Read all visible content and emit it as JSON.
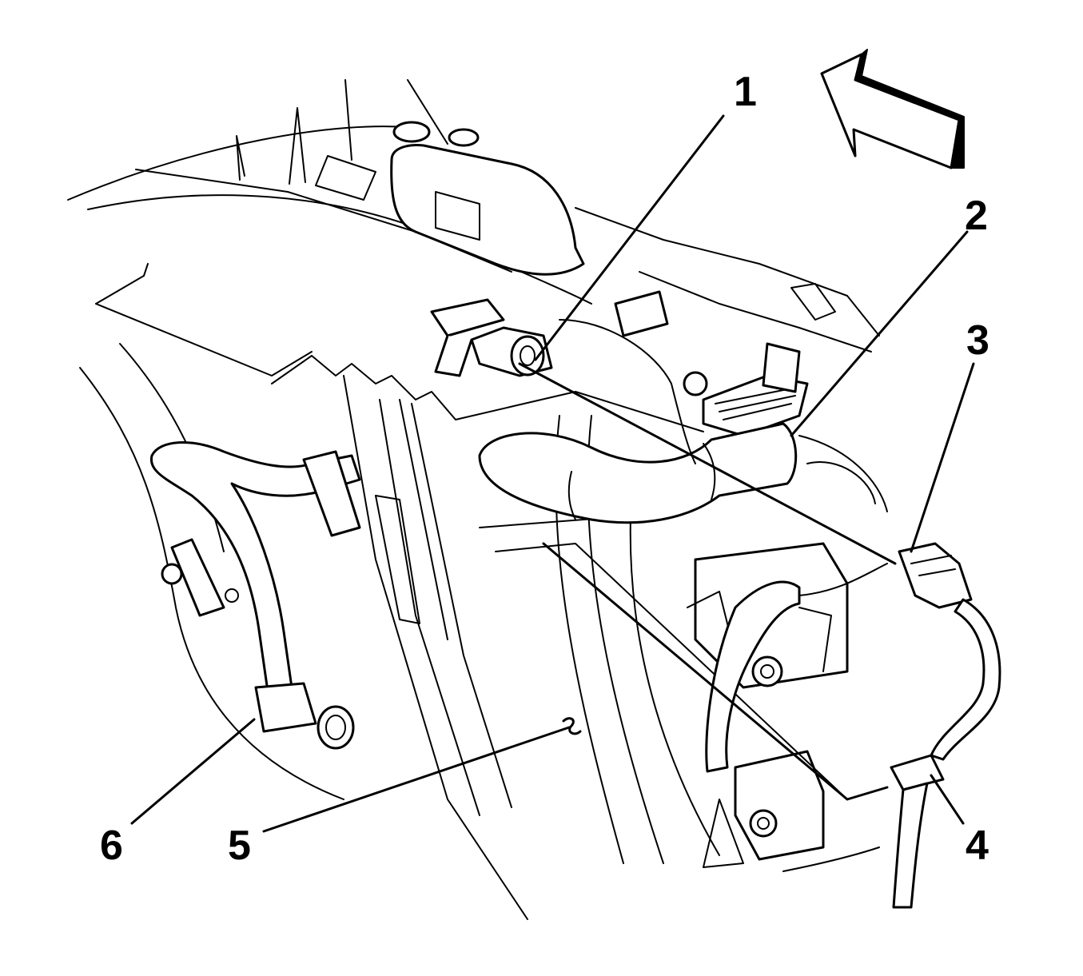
{
  "callouts": {
    "c1": "1",
    "c2": "2",
    "c3": "3",
    "c4": "4",
    "c5": "5",
    "c6": "6"
  },
  "colors": {
    "line": "#000000",
    "background": "#ffffff"
  },
  "icons": {
    "direction_arrow": "forward-direction-arrow-icon"
  }
}
